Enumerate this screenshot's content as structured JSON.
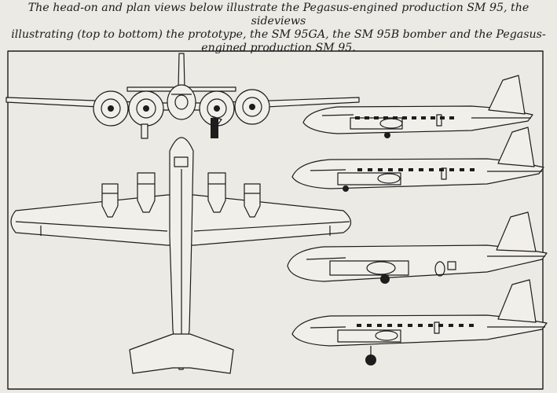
{
  "caption": {
    "line1": "The head-on and plan views below illustrate the Pegasus-engined production SM 95, the sideviews",
    "line2": "illustrating (top to bottom) the prototype, the SM 95GA, the SM 95B bomber and the Pegasus-",
    "line3": "engined production SM 95."
  },
  "colors": {
    "paper": "#eceae4",
    "ink": "#1d1d1d",
    "fill": "#f1efe9"
  },
  "views": [
    "head-on-view",
    "plan-view",
    "sideview-prototype",
    "sideview-sm95ga",
    "sideview-sm95b-bomber",
    "sideview-production-pegasus"
  ]
}
